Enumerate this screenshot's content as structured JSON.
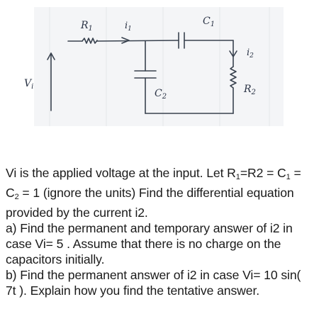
{
  "diagram": {
    "labels": {
      "r1": "R",
      "r1_sub": "1",
      "i1": "i",
      "i1_sub": "1",
      "c1": "C",
      "c1_sub": "1",
      "i2": "i",
      "i2_sub": "2",
      "vi": "V",
      "vi_sub": "i",
      "c2": "C",
      "c2_sub": "2",
      "r2": "R",
      "r2_sub": "2"
    }
  },
  "problem": {
    "line1a": "Vi is the applied voltage at the input. Let R",
    "line1_sub1": "1",
    "line1b": "=R2 = C",
    "line1_sub2": "1",
    "line1c": " =",
    "line2a": "C",
    "line2_sub": "2",
    "line2b": " = 1 (ignore the units) Find the differential equation",
    "line3": "provided by the current i2.",
    "line4": "a) Find the permanent and temporary answer of i2 in",
    "line5": "case Vi= 5 . Assume that there is no charge on the",
    "line6": "capacitors initially.",
    "line7": "b) Find the permanent answer of i2 in case Vi= 10 sin(",
    "line8": "7t ). Explain how you find the tentative answer."
  }
}
